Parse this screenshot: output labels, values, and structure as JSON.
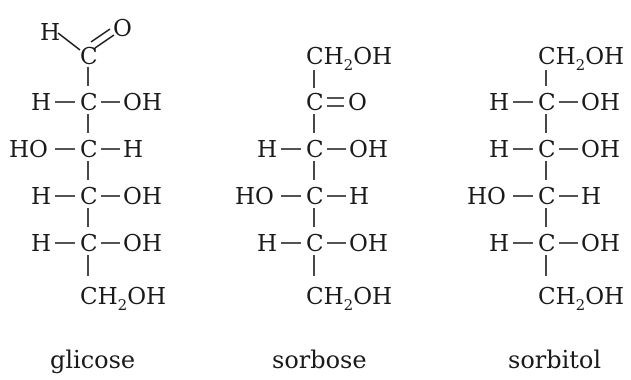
{
  "structures": [
    {
      "caption": "glicose",
      "top": {
        "h": "H",
        "c": "C",
        "o": "O"
      },
      "rows": [
        {
          "left": "H",
          "center": "C",
          "right": "OH"
        },
        {
          "left": "HO",
          "center": "C",
          "right": "H"
        },
        {
          "left": "H",
          "center": "C",
          "right": "OH"
        },
        {
          "left": "H",
          "center": "C",
          "right": "OH"
        }
      ],
      "bottom": {
        "main": "CH",
        "sub": "2",
        "tail": "OH"
      }
    },
    {
      "caption": "sorbose",
      "top": {
        "main": "CH",
        "sub": "2",
        "tail": "OH"
      },
      "carbonyl": {
        "c": "C",
        "o": "O"
      },
      "rows": [
        {
          "left": "H",
          "center": "C",
          "right": "OH"
        },
        {
          "left": "HO",
          "center": "C",
          "right": "H"
        },
        {
          "left": "H",
          "center": "C",
          "right": "OH"
        }
      ],
      "bottom": {
        "main": "CH",
        "sub": "2",
        "tail": "OH"
      }
    },
    {
      "caption": "sorbitol",
      "top": {
        "main": "CH",
        "sub": "2",
        "tail": "OH"
      },
      "rows": [
        {
          "left": "H",
          "center": "C",
          "right": "OH"
        },
        {
          "left": "H",
          "center": "C",
          "right": "OH"
        },
        {
          "left": "HO",
          "center": "C",
          "right": "H"
        },
        {
          "left": "H",
          "center": "C",
          "right": "OH"
        }
      ],
      "bottom": {
        "main": "CH",
        "sub": "2",
        "tail": "OH"
      }
    }
  ]
}
